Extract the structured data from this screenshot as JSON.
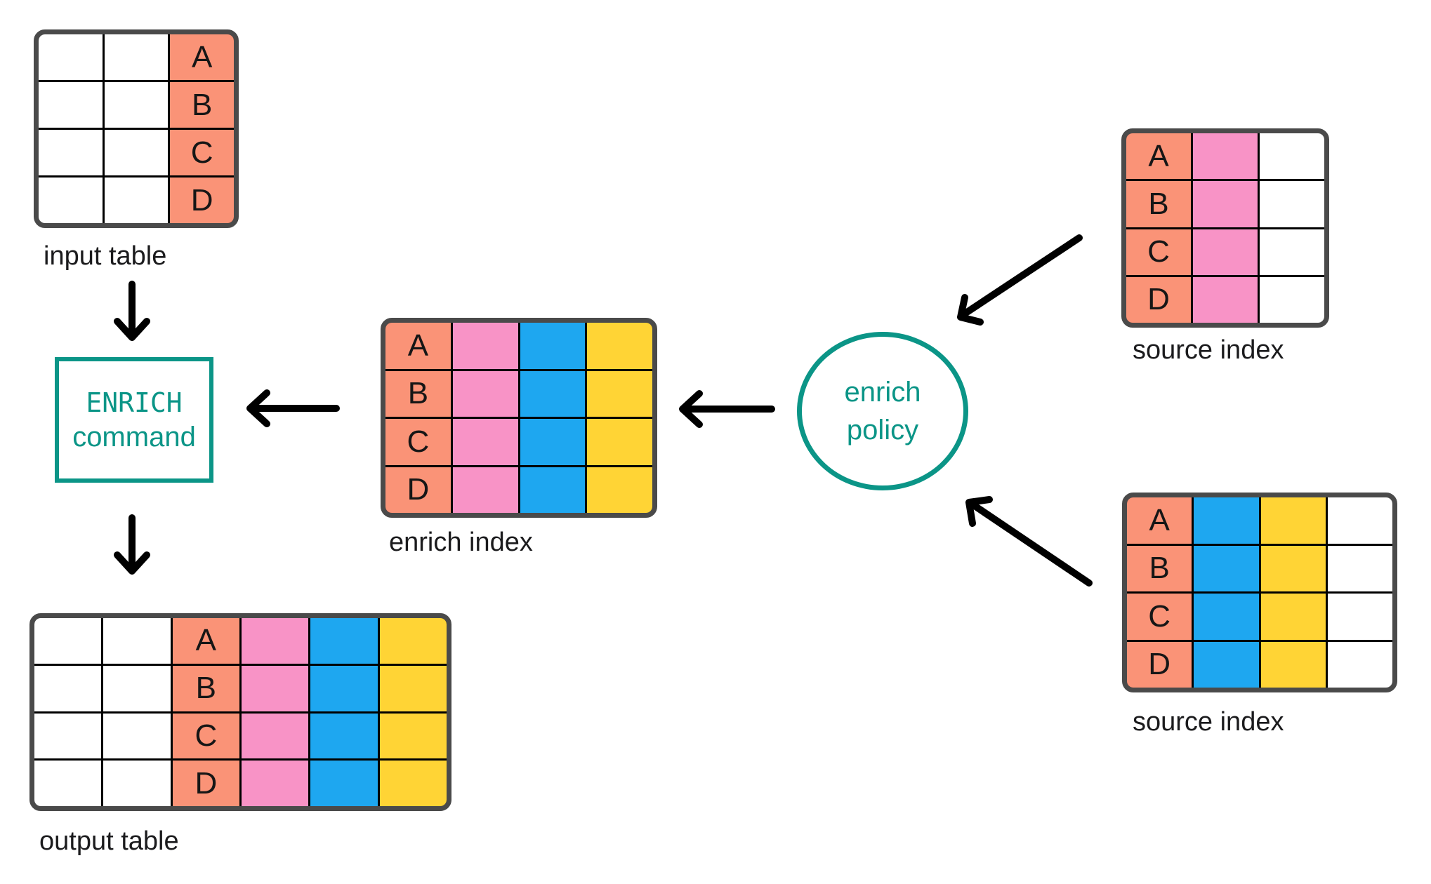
{
  "colors": {
    "salmon": "#FA9377",
    "pink": "#F893C6",
    "blue": "#1EA7F0",
    "yellow": "#FFD435",
    "teal": "#0B9587",
    "table_border": "#4A4A4A",
    "grid_line": "#000000",
    "arrow": "#000000",
    "label": "#1B1B1D",
    "background": "#FFFFFF"
  },
  "letters": [
    "A",
    "B",
    "C",
    "D"
  ],
  "tables": {
    "input": {
      "label": "input table",
      "columns": [
        "white",
        "white",
        "salmon"
      ],
      "letters_column": 2
    },
    "enrich_index": {
      "label": "enrich index",
      "columns": [
        "salmon",
        "pink",
        "blue",
        "yellow"
      ],
      "letters_column": 0
    },
    "output": {
      "label": "output table",
      "columns": [
        "white",
        "white",
        "salmon",
        "pink",
        "blue",
        "yellow"
      ],
      "letters_column": 2
    },
    "source_top": {
      "label": "source index",
      "columns": [
        "salmon",
        "pink",
        "white"
      ],
      "letters_column": 0
    },
    "source_bottom": {
      "label": "source index",
      "columns": [
        "salmon",
        "blue",
        "yellow",
        "white"
      ],
      "letters_column": 0
    }
  },
  "enrich_command": {
    "line1": "ENRICH",
    "line2": "command"
  },
  "enrich_policy": {
    "line1": "enrich",
    "line2": "policy"
  }
}
